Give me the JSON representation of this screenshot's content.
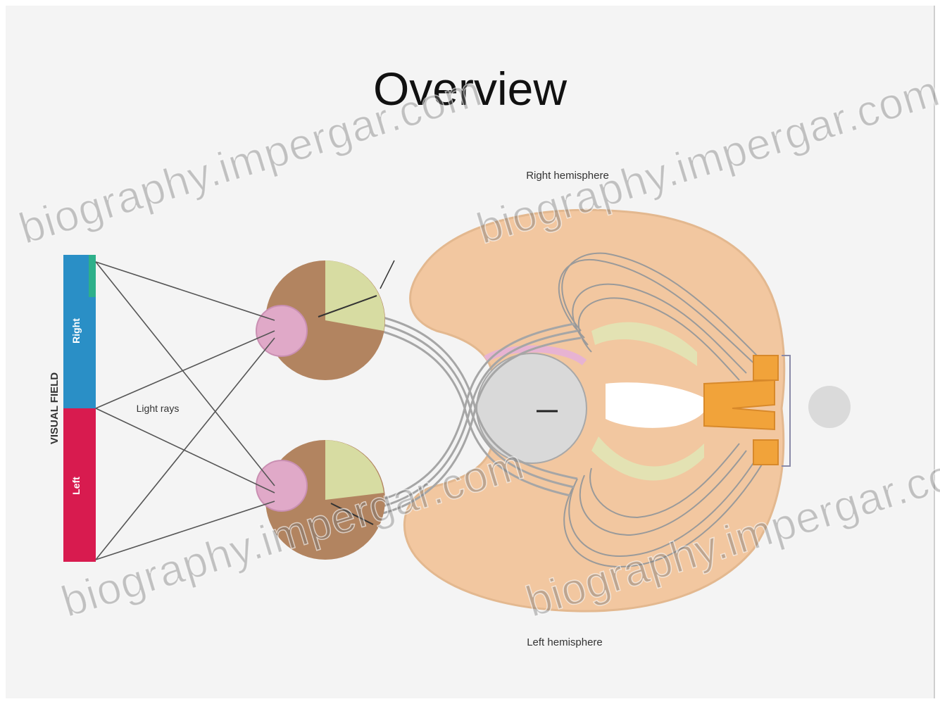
{
  "title": "Overview",
  "labels": {
    "right_hemisphere": "Right hemisphere",
    "left_hemisphere": "Left hemisphere",
    "visual_field": "VISUAL FIELD",
    "field_right": "Right",
    "field_left": "Left",
    "light_rays": "Light rays"
  },
  "watermarks": [
    "biography.impergar.com",
    "biography.impergar.com",
    "biography.impergar.com",
    "biography.impergar.com"
  ],
  "colors": {
    "right_field": "#2a8fc6",
    "left_field": "#d81b4f",
    "visual_cortex": "#f1a33a",
    "brain": "#f3c9a0",
    "nerve_tract": "#dfe9b8"
  }
}
